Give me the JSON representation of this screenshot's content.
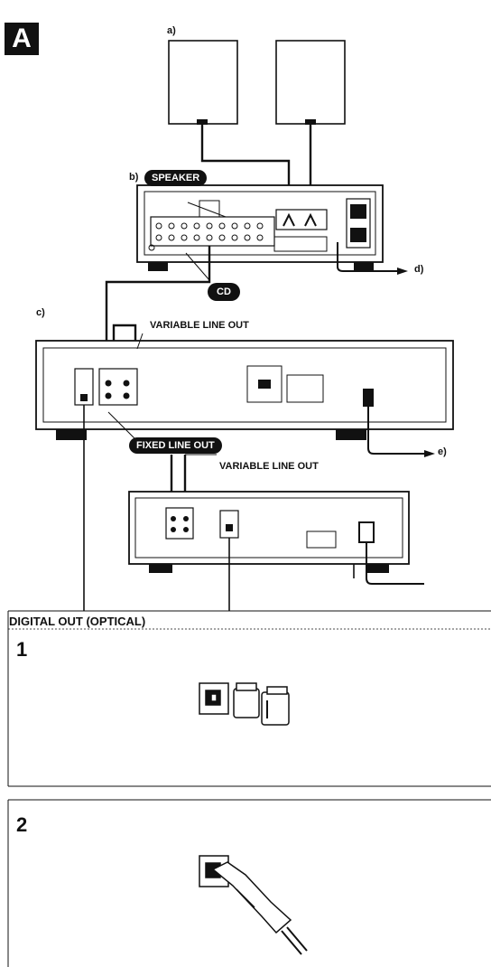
{
  "figure_label": "A",
  "labels": {
    "a": "a)",
    "b": "b)",
    "c": "c)",
    "d": "d)",
    "e": "e)",
    "speaker": "SPEAKER",
    "cd": "CD",
    "variable_line_out_1": "VARIABLE LINE OUT",
    "fixed_line_out": "FIXED LINE OUT",
    "variable_line_out_2": "VARIABLE LINE OUT"
  },
  "digital_out": {
    "header": "DIGITAL OUT (OPTICAL)",
    "steps": [
      {
        "number": "1"
      },
      {
        "number": "2"
      }
    ]
  }
}
